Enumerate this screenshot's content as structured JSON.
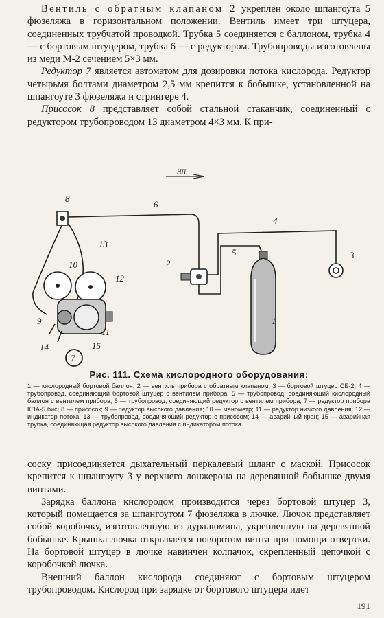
{
  "text_top": {
    "p1_spaced": "Вентиль с обратным клапаном 2",
    "p1_rest": " укреплен около шпангоута 5 фюзеляжа в горизонтальном положении. Вентиль имеет три штуцера, соединенных трубчатой проводкой. Трубка 5 соединяется с баллоном, трубка 4 — с бортовым штуцером, трубка 6 — с редуктором. Трубопроводы изготовлены из меди М-2 сечением 5×3 мм.",
    "p2_label": "Редуктор 7",
    "p2_rest": " является автоматом для дозировки потока кислорода. Редуктор четырьмя болтами диаметром 2,5 мм крепится к бобышке, установленной на шпангоуте 3 фюзеляжа и стрингере 4.",
    "p3_label": "Присосок 8",
    "p3_rest": " представляет собой стальной стаканчик, соединенный с редуктором трубопроводом 13 диаметром 4×3 мм. К при-"
  },
  "ornament": {
    "label": "НП"
  },
  "figure": {
    "title": "Рис. 111. Схема кислородного оборудования:",
    "legend": "1 — кислородный бортовой баллон; 2 — вентиль прибора с обратным клапаном; 3 — бортовой штуцер СБ-2; 4 — трубопровод, соединяющий бортовой штуцер с вентилем прибора; 5 — трубопровод, соединяющий кислородный баллон с вентилем прибора; 6 — трубопровод, соединяющий редуктор с вентилем прибора; 7 — редуктор прибора КПА-5 бис; 8 — присосок; 9 — редуктор высокого давления; 10 — манометр; 11 — редуктор низкого давления; 12 — индикатор потока; 13 — трубопровод, соединяющий редуктор с присосом; 14 — аварийный кран; 15 — аварийная трубка, соединяющая редуктор высокого давления с индикатором потока.",
    "labels": {
      "l1": "1",
      "l2": "2",
      "l3": "3",
      "l4": "4",
      "l5": "5",
      "l6": "6",
      "l7": "7",
      "l8": "8",
      "l9": "9",
      "l10": "10",
      "l11": "11",
      "l12": "12",
      "l13": "13",
      "l14": "14",
      "l15": "15"
    }
  },
  "text_bottom": {
    "p1": "соску присоединяется дыхательный перкалевый шланг с маской. Присосок крепится к шпангоуту 3 у верхнего лонжерона на деревянной бобышке двумя винтами.",
    "p2": "Зарядка баллона кислородом производится через бортовой штуцер 3, который помещается за шпангоутом 7 фюзеляжа в лючке. Лючок представляет собой коробочку, изготовленную из дуралюмина, укрепленную на деревянной бобышке. Крышка лючка открывается поворотом винта при помощи отвертки. На бортовой штуцер в лючке навинчен колпачок, скрепленный цепочкой с коробочкой лючка.",
    "p3": "Внешний баллон кислорода соединяют с бортовым штуцером трубопроводом. Кислород при зарядке от бортового штуцера идет"
  },
  "page_number": "191"
}
